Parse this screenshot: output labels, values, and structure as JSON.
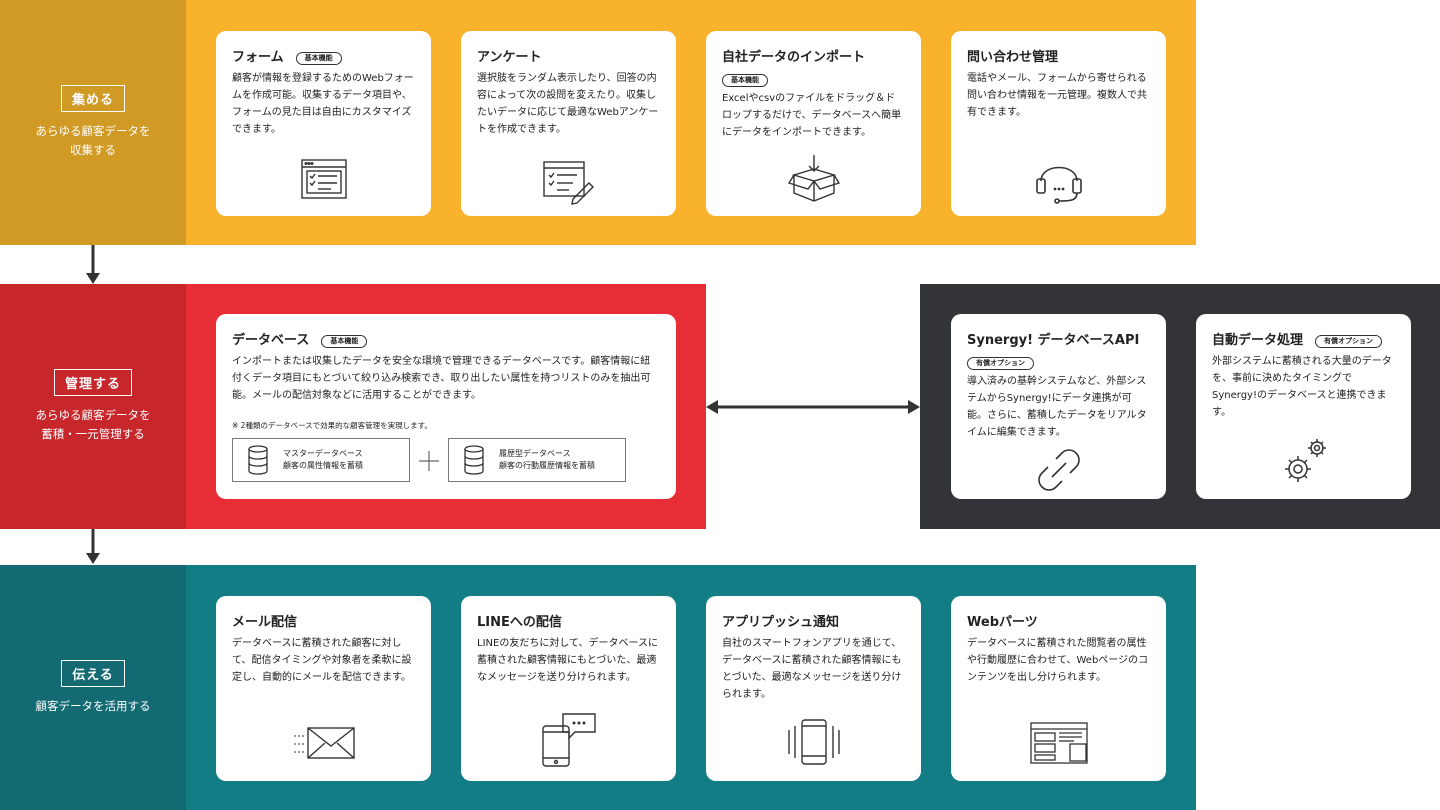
{
  "collect": {
    "tag": "集める",
    "sub1": "あらゆる顧客データを",
    "sub2": "収集する",
    "color_left": "#d09a25",
    "color_main": "#f8b22c",
    "cards": [
      {
        "title": "フォーム",
        "pill": "基本機能",
        "body": "顧客が情報を登録するためのWebフォームを作成可能。収集するデータ項目や、フォームの見た目は自由にカスタマイズできます。",
        "icon": "form-window-icon"
      },
      {
        "title": "アンケート",
        "pill": "",
        "body": "選択肢をランダム表示したり、回答の内容によって次の設問を変えたり。収集したいデータに応じて最適なWebアンケートを作成できます。",
        "icon": "survey-pencil-icon"
      },
      {
        "title": "自社データのインポート",
        "pill": "基本機能",
        "body": "Excelやcsvのファイルをドラッグ＆ドロップするだけで、データベースへ簡単にデータをインポートできます。",
        "icon": "import-box-icon"
      },
      {
        "title": "問い合わせ管理",
        "pill": "",
        "body": "電話やメール、フォームから寄せられる問い合わせ情報を一元管理。複数人で共有できます。",
        "icon": "headset-icon"
      }
    ]
  },
  "manage": {
    "tag": "管理する",
    "sub1": "あらゆる顧客データを",
    "sub2": "蓄積・一元管理する",
    "color_left": "#c7262b",
    "color_main": "#e72d35",
    "card": {
      "title": "データベース",
      "pill": "基本機能",
      "body": "インポートまたは収集したデータを安全な環境で管理できるデータベースです。顧客情報に紐付くデータ項目にもとづいて絞り込み検索でき、取り出したい属性を持つリストのみを抽出可能。メールの配信対象などに活用することができます。",
      "note": "※ 2種類のデータベースで効果的な顧客管理を実現します。",
      "db1_title": "マスターデータベース",
      "db1_sub": "顧客の属性情報を蓄積",
      "db2_title": "履歴型データベース",
      "db2_sub": "顧客の行動履歴情報を蓄積"
    }
  },
  "options": {
    "color": "#323438",
    "cards": [
      {
        "title": "Synergy! データベースAPI",
        "pill": "有償オプション",
        "body": "導入済みの基幹システムなど、外部システムからSynergy!にデータ連携が可能。さらに、蓄積したデータをリアルタイムに編集できます。",
        "icon": "link-chain-icon"
      },
      {
        "title": "自動データ処理",
        "pill": "有償オプション",
        "body": "外部システムに蓄積される大量のデータを、事前に決めたタイミングでSynergy!のデータベースと連携できます。",
        "icon": "gears-icon"
      }
    ]
  },
  "deliver": {
    "tag": "伝える",
    "sub1": "顧客データを活用する",
    "color_left": "#136a73",
    "color_main": "#137d85",
    "cards": [
      {
        "title": "メール配信",
        "pill": "",
        "body": "データベースに蓄積された顧客に対して、配信タイミングや対象者を柔軟に設定し、自動的にメールを配信できます。",
        "icon": "envelope-icon"
      },
      {
        "title": "LINEへの配信",
        "pill": "",
        "body": "LINEの友だちに対して、データベースに蓄積された顧客情報にもとづいた、最適なメッセージを送り分けられます。",
        "icon": "phone-chat-icon"
      },
      {
        "title": "アプリプッシュ通知",
        "pill": "",
        "body": "自社のスマートフォンアプリを通じて、データベースに蓄積された顧客情報にもとづいた、最適なメッセージを送り分けられます。",
        "icon": "phone-vibrate-icon"
      },
      {
        "title": "Webパーツ",
        "pill": "",
        "body": "データベースに蓄積された閲覧者の属性や行動履歴に合わせて、Webページのコンテンツを出し分けられます。",
        "icon": "web-layout-icon"
      }
    ]
  }
}
